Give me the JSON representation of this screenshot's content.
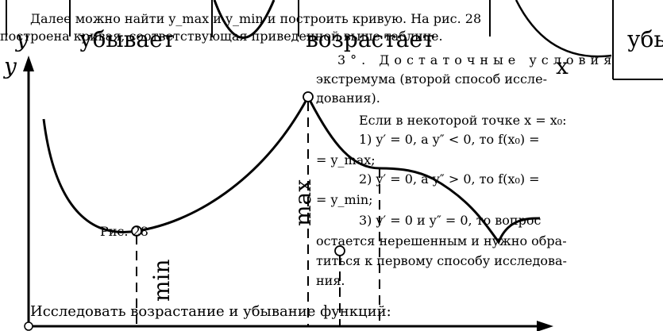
{
  "text": {
    "line1": "Далее можно найти y_max и y_min и построить кривую. На рис. 28",
    "line2": "построена кривая, соответствующая приведенной выше таблице.",
    "table_y": "y",
    "table_dec1": "убывает",
    "table_inc": "возрастает",
    "table_dec2": "убы",
    "table_x": "x",
    "section_head": "3°. Достаточные условия",
    "p1": "экстремума (второй способ иссле-",
    "p2": "дования).",
    "p3": "Если в некоторой точке x = x₀:",
    "p4": "1) y′ = 0, а y″ < 0, то f(x₀) =",
    "p5": "= y_max;",
    "p6": "2) y′ = 0, а y″ > 0, то f(x₀) =",
    "p7": "= y_min;",
    "p8": "3) y′ = 0 и y″ = 0, то вопрос",
    "p9": "остается нерешенным и нужно обра-",
    "p10": "титься к первому способу исследова-",
    "p11": "ния.",
    "fig_caption": "Рис. 28",
    "label_max": "max",
    "label_min": "min",
    "axis_y": "y",
    "bottom": "Исследовать возрастание и убывание функций:"
  },
  "colors": {
    "ink": "#000000",
    "paper": "#ffffff"
  }
}
